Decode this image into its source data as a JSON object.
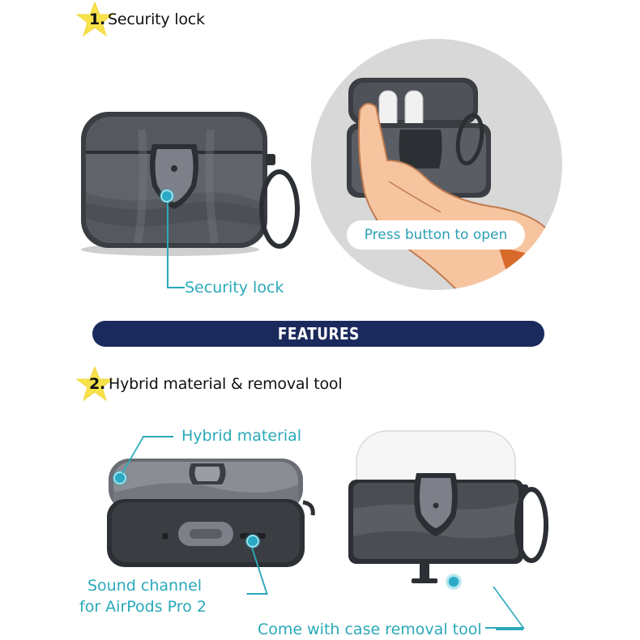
{
  "sections": [
    {
      "number": "1.",
      "title": "Security lock"
    },
    {
      "number": "2.",
      "title": "Hybrid material & removal tool"
    }
  ],
  "banner": {
    "label": "FEATURES"
  },
  "callouts": {
    "security_lock": "Security lock",
    "press_button": "Press button to open",
    "hybrid_material": "Hybrid material",
    "sound_channel_line1": "Sound channel",
    "sound_channel_line2": "for AirPods Pro 2",
    "removal_tool": "Come with case removal tool"
  },
  "colors": {
    "accent_teal": "#2aa9b9",
    "banner_navy": "#1a2a5c",
    "star_yellow": "#f7e24a",
    "case_dark": "#3a3d42"
  },
  "icons": {
    "star": "star-icon",
    "lock": "shield-lock-icon"
  }
}
